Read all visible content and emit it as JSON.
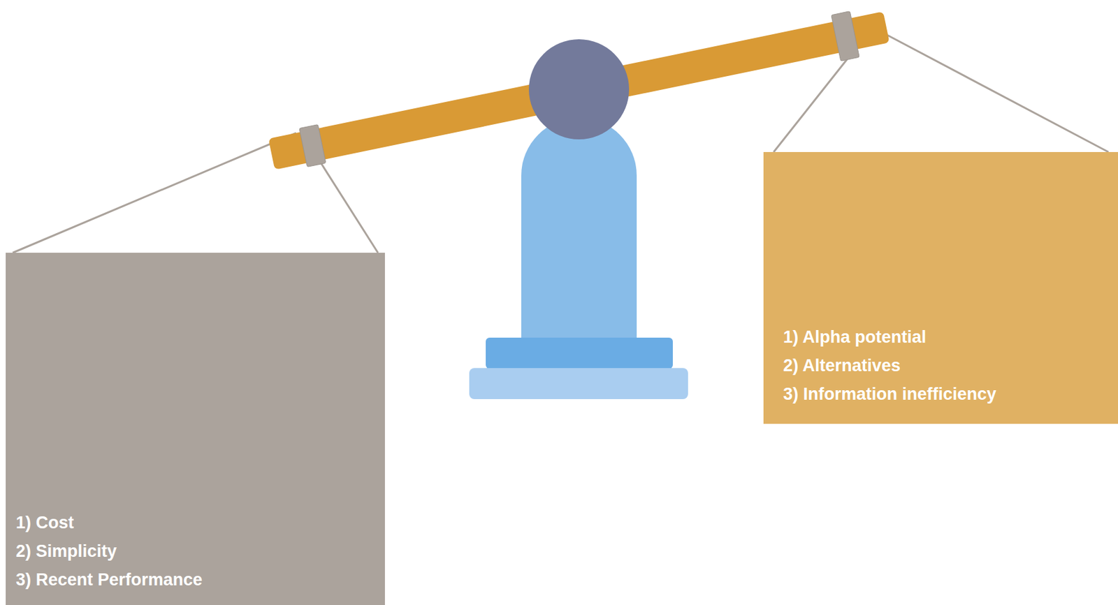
{
  "diagram": {
    "nodes": [
      {
        "text": [
          "1) Cost",
          "2) Simplicity",
          "3) Recent Performance"
        ]
      },
      {
        "text": [
          "1) Alpha potential",
          "2) Alternatives",
          "3) Information inefficiency"
        ]
      }
    ]
  }
}
